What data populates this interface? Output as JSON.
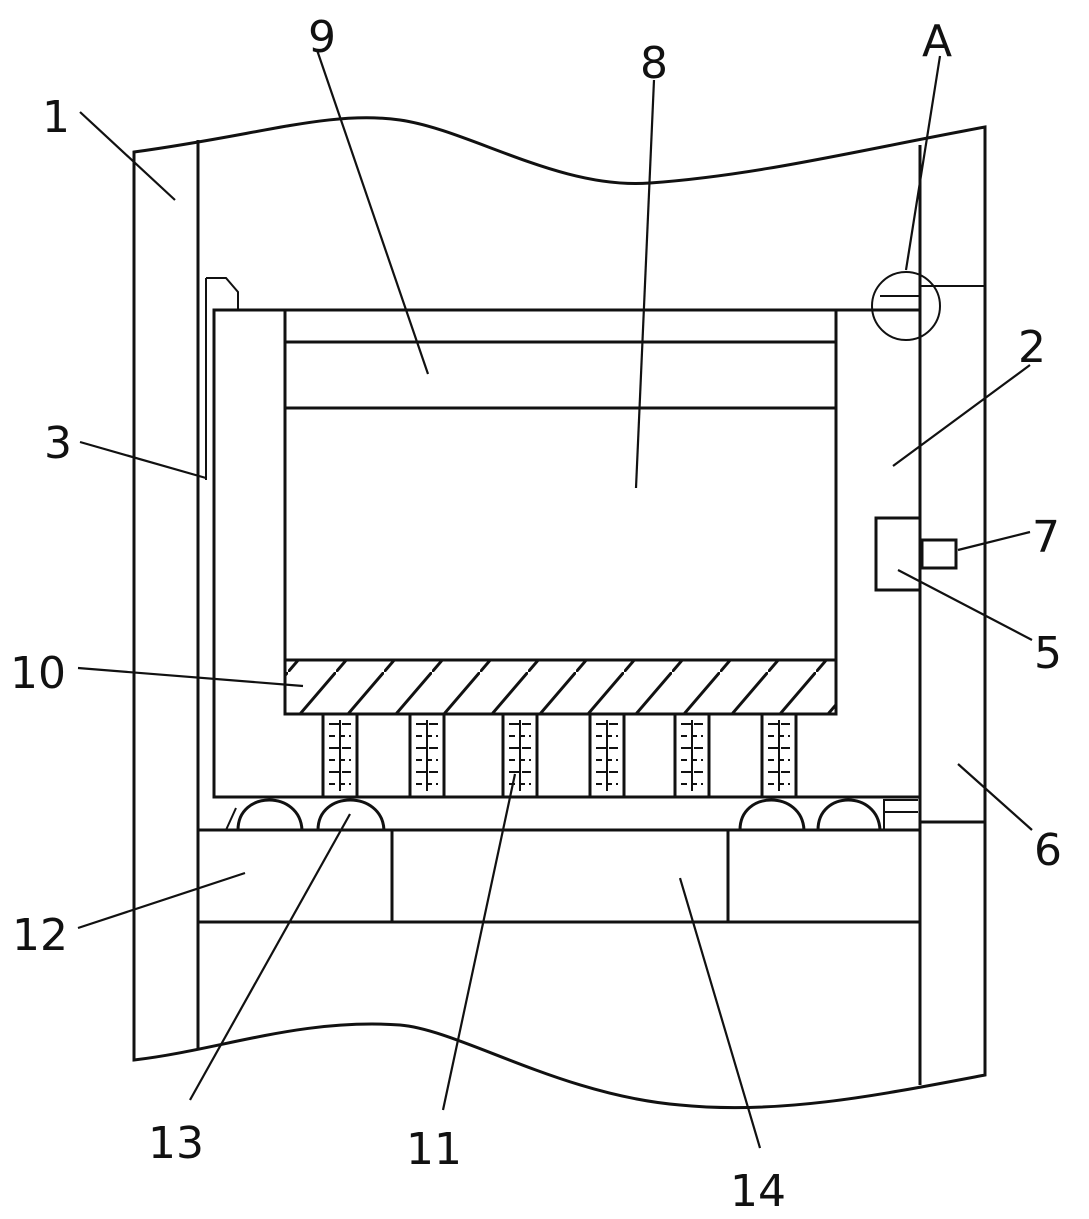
{
  "figure": {
    "labels": {
      "l1": "1",
      "l2": "2",
      "l3": "3",
      "l5": "5",
      "l6": "6",
      "l7": "7",
      "l8": "8",
      "l9": "9",
      "l10": "10",
      "l11": "11",
      "l12": "12",
      "l13": "13",
      "l14": "14",
      "lA": "A"
    }
  }
}
